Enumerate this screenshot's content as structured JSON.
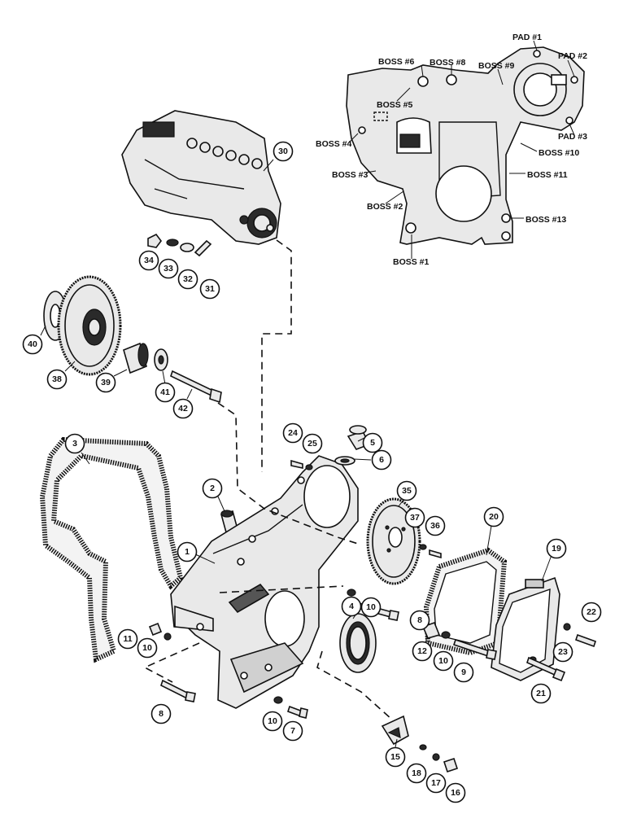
{
  "cover_labels": [
    {
      "id": "pad1",
      "text": "PAD #1"
    },
    {
      "id": "pad2",
      "text": "PAD #2"
    },
    {
      "id": "pad3",
      "text": "PAD #3"
    },
    {
      "id": "boss1",
      "text": "BOSS #1"
    },
    {
      "id": "boss2",
      "text": "BOSS #2"
    },
    {
      "id": "boss3",
      "text": "BOSS #3"
    },
    {
      "id": "boss4",
      "text": "BOSS #4"
    },
    {
      "id": "boss5",
      "text": "BOSS #5"
    },
    {
      "id": "boss6",
      "text": "BOSS #6"
    },
    {
      "id": "boss8",
      "text": "BOSS #8"
    },
    {
      "id": "boss9",
      "text": "BOSS #9"
    },
    {
      "id": "boss10",
      "text": "BOSS #10"
    },
    {
      "id": "boss11",
      "text": "BOSS #11"
    },
    {
      "id": "boss13",
      "text": "BOSS #13"
    }
  ],
  "callouts": [
    {
      "id": "c30",
      "text": "30"
    },
    {
      "id": "c34",
      "text": "34"
    },
    {
      "id": "c33",
      "text": "33"
    },
    {
      "id": "c32",
      "text": "32"
    },
    {
      "id": "c31",
      "text": "31"
    },
    {
      "id": "c40",
      "text": "40"
    },
    {
      "id": "c38",
      "text": "38"
    },
    {
      "id": "c39",
      "text": "39"
    },
    {
      "id": "c41",
      "text": "41"
    },
    {
      "id": "c42",
      "text": "42"
    },
    {
      "id": "c3",
      "text": "3"
    },
    {
      "id": "c2",
      "text": "2"
    },
    {
      "id": "c1",
      "text": "1"
    },
    {
      "id": "c24",
      "text": "24"
    },
    {
      "id": "c25",
      "text": "25"
    },
    {
      "id": "c5",
      "text": "5"
    },
    {
      "id": "c6",
      "text": "6"
    },
    {
      "id": "c35",
      "text": "35"
    },
    {
      "id": "c37",
      "text": "37"
    },
    {
      "id": "c36",
      "text": "36"
    },
    {
      "id": "c20",
      "text": "20"
    },
    {
      "id": "c19",
      "text": "19"
    },
    {
      "id": "c22",
      "text": "22"
    },
    {
      "id": "c10a",
      "text": "10"
    },
    {
      "id": "c8a",
      "text": "8"
    },
    {
      "id": "c11",
      "text": "11"
    },
    {
      "id": "c10b",
      "text": "10"
    },
    {
      "id": "c4",
      "text": "4"
    },
    {
      "id": "c12",
      "text": "12"
    },
    {
      "id": "c10c",
      "text": "10"
    },
    {
      "id": "c9",
      "text": "9"
    },
    {
      "id": "c23",
      "text": "23"
    },
    {
      "id": "c21",
      "text": "21"
    },
    {
      "id": "c8b",
      "text": "8"
    },
    {
      "id": "c10d",
      "text": "10"
    },
    {
      "id": "c7",
      "text": "7"
    },
    {
      "id": "c15",
      "text": "15"
    },
    {
      "id": "c18",
      "text": "18"
    },
    {
      "id": "c17",
      "text": "17"
    },
    {
      "id": "c16",
      "text": "16"
    }
  ]
}
